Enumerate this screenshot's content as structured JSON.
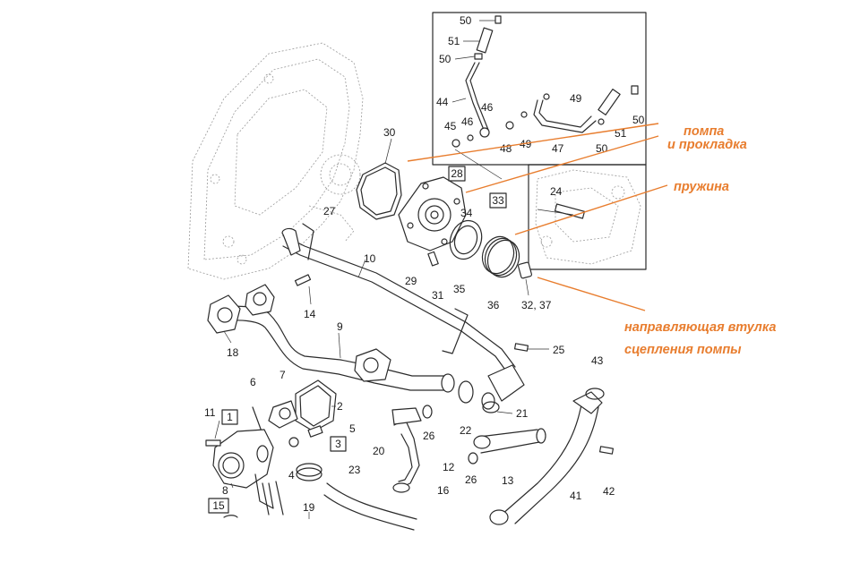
{
  "annotations": {
    "pump_line1": "помпа",
    "pump_line2": "и прокладка",
    "spring": "пружина",
    "bushing_line1": "направляющая втулка",
    "bushing_line2": "сцепления помпы"
  },
  "annotation_color": "#e87d2e",
  "boxed_labels": {
    "b1": "1",
    "b3": "3",
    "b15": "15",
    "b28": "28",
    "b33": "33"
  },
  "part_numbers": {
    "p50a": "50",
    "p51a": "51",
    "p50b": "50",
    "p44": "44",
    "p46a": "46",
    "p46b": "46",
    "p45": "45",
    "p49a": "49",
    "p48": "48",
    "p49b": "49",
    "p47": "47",
    "p50c": "50",
    "p51b": "51",
    "p50d": "50",
    "p30": "30",
    "p24": "24",
    "p34": "34",
    "p27": "27",
    "p10": "10",
    "p29": "29",
    "p31": "31",
    "p35": "35",
    "p36": "36",
    "p3237": "32, 37",
    "p14": "14",
    "p18": "18",
    "p9": "9",
    "p25": "25",
    "p43": "43",
    "p7": "7",
    "p6": "6",
    "p2": "2",
    "p11": "11",
    "p5": "5",
    "p4": "4",
    "p8": "8",
    "p20": "20",
    "p26a": "26",
    "p22": "22",
    "p21": "21",
    "p12": "12",
    "p23": "23",
    "p16": "16",
    "p26b": "26",
    "p13": "13",
    "p41": "41",
    "p42": "42",
    "p19": "19"
  }
}
